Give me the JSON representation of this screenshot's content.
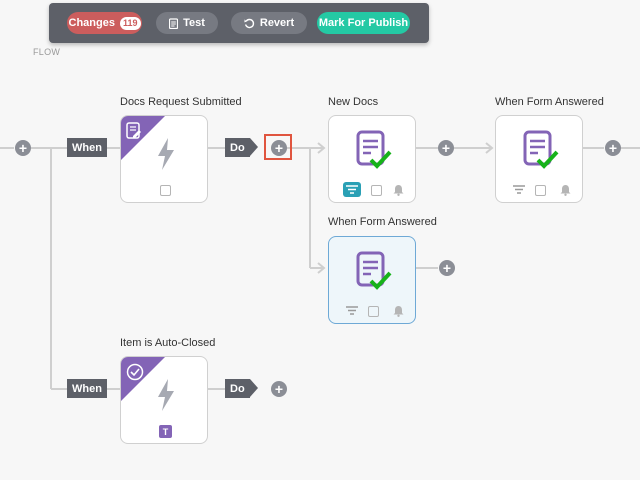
{
  "toolbar": {
    "changes_label": "Changes",
    "changes_count": "119",
    "test_label": "Test",
    "revert_label": "Revert",
    "publish_label": "Mark For Publish"
  },
  "canvas": {
    "label": "FLOW"
  },
  "flow": {
    "when_label": "When",
    "do_label": "Do",
    "trigger1": {
      "title": "Docs Request Submitted",
      "icon": "bolt-icon",
      "corner_icon": "document-edit-icon"
    },
    "trigger2": {
      "title": "Item is Auto-Closed",
      "icon": "bolt-icon",
      "corner_icon": "check-circle-icon",
      "badge": "T"
    },
    "action1": {
      "title": "New Docs",
      "icon": "document-check-icon",
      "filter_active": true
    },
    "action2": {
      "title": "When Form Answered",
      "icon": "document-check-icon",
      "filter_active": false
    },
    "action3": {
      "title": "When Form Answered",
      "icon": "document-check-icon",
      "filter_active": false,
      "selected": true
    }
  },
  "colors": {
    "purple": "#8364b6",
    "green_check": "#17b21a",
    "teal": "#2aa0b5",
    "publish": "#24c9a4",
    "changes": "#cc5d5d"
  }
}
